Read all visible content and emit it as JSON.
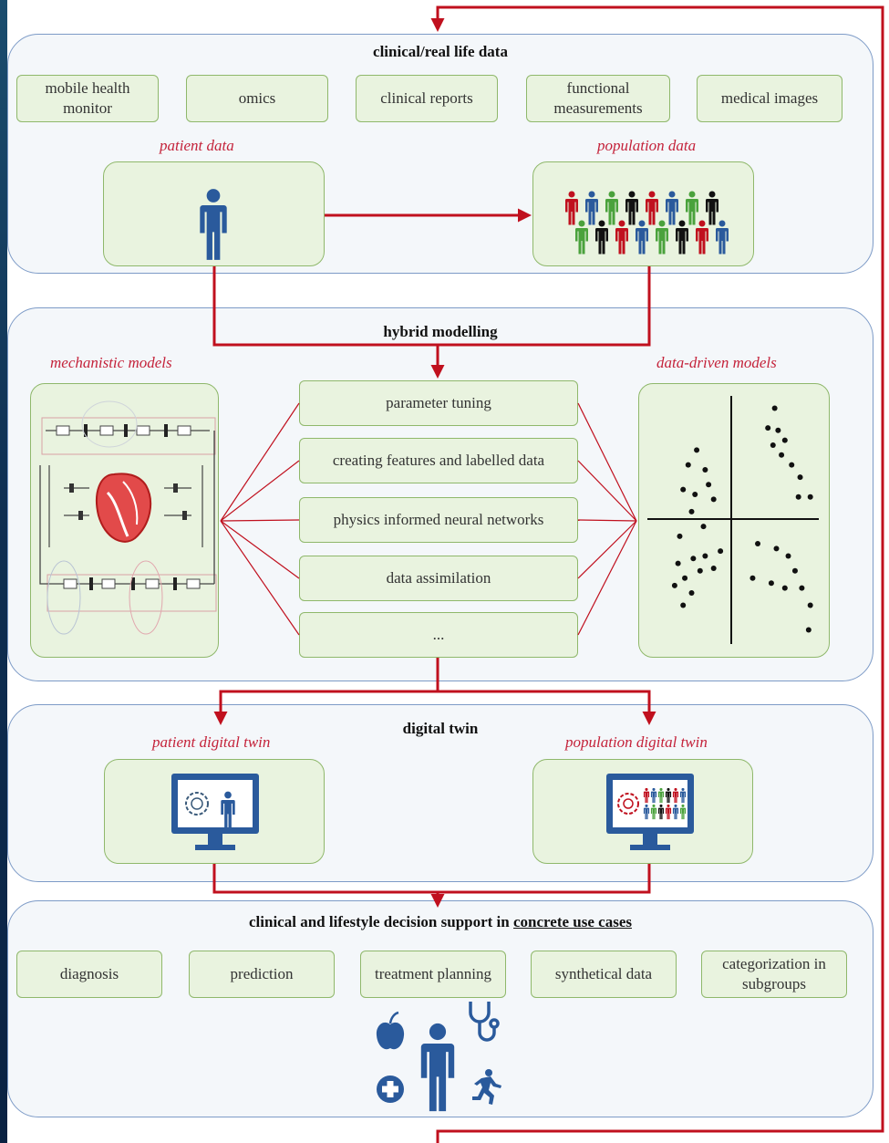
{
  "sections": {
    "clinical": {
      "title": "clinical/real life data",
      "sources": [
        "mobile health monitor",
        "omics",
        "clinical reports",
        "functional measurements",
        "medical images"
      ],
      "patient_label": "patient data",
      "population_label": "population data"
    },
    "hybrid": {
      "title": "hybrid modelling",
      "mechanistic_label": "mechanistic models",
      "data_driven_label": "data-driven models",
      "methods": [
        "parameter tuning",
        "creating features and labelled data",
        "physics informed neural networks",
        "data assimilation",
        "..."
      ]
    },
    "twin": {
      "title": "digital twin",
      "patient_label": "patient digital twin",
      "population_label": "population digital twin"
    },
    "decision": {
      "title_prefix": "clinical and lifestyle decision support in ",
      "title_underlined": "concrete use cases",
      "uses": [
        "diagnosis",
        "prediction",
        "treatment planning",
        "synthetical data",
        "categorization in subgroups"
      ]
    }
  },
  "colors": {
    "accent_red": "#c4223a",
    "arrow_red": "#c0101e",
    "person_blue": "#2a5a9c",
    "box_green": "#e9f3df",
    "box_border": "#8fb86b",
    "section_border": "#7d9bc7",
    "people_palette": [
      "#c0101e",
      "#2a5a9c",
      "#4aa23c",
      "#111111",
      "#c0101e",
      "#2a5a9c",
      "#4aa23c",
      "#111111"
    ]
  },
  "icons": [
    "person-icon",
    "people-group-icon",
    "heart-circuit-icon",
    "scatter-plot-icon",
    "monitor-icon",
    "apple-icon",
    "stethoscope-icon",
    "medical-cross-icon",
    "running-person-icon"
  ],
  "scatter_points": [
    [
      0.23,
      0.28
    ],
    [
      0.28,
      0.22
    ],
    [
      0.33,
      0.3
    ],
    [
      0.2,
      0.38
    ],
    [
      0.35,
      0.36
    ],
    [
      0.27,
      0.4
    ],
    [
      0.38,
      0.42
    ],
    [
      0.25,
      0.47
    ],
    [
      0.32,
      0.53
    ],
    [
      0.18,
      0.57
    ],
    [
      0.74,
      0.05
    ],
    [
      0.7,
      0.13
    ],
    [
      0.76,
      0.14
    ],
    [
      0.8,
      0.18
    ],
    [
      0.73,
      0.2
    ],
    [
      0.78,
      0.24
    ],
    [
      0.84,
      0.28
    ],
    [
      0.89,
      0.33
    ],
    [
      0.88,
      0.41
    ],
    [
      0.95,
      0.41
    ],
    [
      0.17,
      0.68
    ],
    [
      0.26,
      0.66
    ],
    [
      0.33,
      0.65
    ],
    [
      0.42,
      0.63
    ],
    [
      0.21,
      0.74
    ],
    [
      0.3,
      0.71
    ],
    [
      0.38,
      0.7
    ],
    [
      0.15,
      0.77
    ],
    [
      0.25,
      0.8
    ],
    [
      0.2,
      0.85
    ],
    [
      0.64,
      0.6
    ],
    [
      0.75,
      0.62
    ],
    [
      0.82,
      0.65
    ],
    [
      0.86,
      0.71
    ],
    [
      0.61,
      0.74
    ],
    [
      0.72,
      0.76
    ],
    [
      0.8,
      0.78
    ],
    [
      0.9,
      0.78
    ],
    [
      0.95,
      0.85
    ],
    [
      0.94,
      0.95
    ]
  ]
}
